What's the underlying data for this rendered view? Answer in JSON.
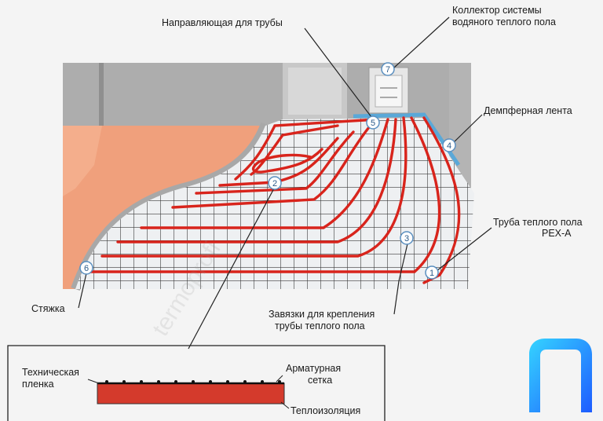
{
  "labels": {
    "guide": "Направляющая для трубы",
    "collector_line1": "Коллектор системы",
    "collector_line2": "водяного теплого пола",
    "damper": "Демпферная лента",
    "pipe_line1": "Труба теплого пола",
    "pipe_line2": "PEX-A",
    "ties_line1": "Завязки для крепления",
    "ties_line2": "трубы теплого пола",
    "screed": "Стяжка",
    "film_line1": "Техническая",
    "film_line2": "пленка",
    "mesh_line1": "Арматурная",
    "mesh_line2": "сетка",
    "insulation": "Теплоизоляция"
  },
  "markers": [
    "1",
    "2",
    "3",
    "4",
    "5",
    "6",
    "7"
  ],
  "watermark": "termoprofi",
  "colors": {
    "pipe": "#d8241c",
    "insulation": "#d43a2c",
    "floor": "#eef0f2",
    "grid": "#3a3a3a",
    "wall": "#a9a9a9",
    "screed_zone": "#f0a07c",
    "logo": "#1e7cff"
  },
  "icons": {
    "logo": "brand-logo-icon"
  }
}
